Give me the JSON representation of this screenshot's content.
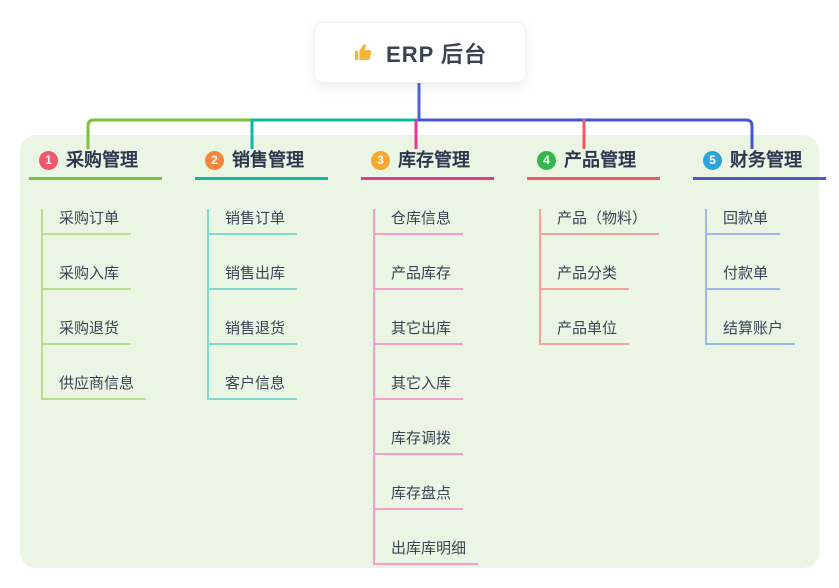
{
  "root": {
    "icon": "thumbs-up-icon",
    "title": "ERP 后台"
  },
  "branches": [
    {
      "badge": "1",
      "title": "采购管理",
      "line_color": "#7cc23e",
      "child_line_color": "#b6e08d",
      "badge_color": "#f2566b",
      "children": [
        "采购订单",
        "采购入库",
        "采购退货",
        "供应商信息"
      ]
    },
    {
      "badge": "2",
      "title": "销售管理",
      "line_color": "#10b6a6",
      "child_line_color": "#80d9cd",
      "badge_color": "#f6863b",
      "children": [
        "销售订单",
        "销售出库",
        "销售退货",
        "客户信息"
      ]
    },
    {
      "badge": "3",
      "title": "库存管理",
      "line_color": "#e03a96",
      "child_line_color": "#f4a0ca",
      "badge_color": "#f6a72c",
      "children": [
        "仓库信息",
        "产品库存",
        "其它出库",
        "其它入库",
        "库存调拨",
        "库存盘点",
        "出库库明细"
      ]
    },
    {
      "badge": "4",
      "title": "产品管理",
      "line_color": "#f15a5e",
      "child_line_color": "#f7a0a0",
      "badge_color": "#36b74c",
      "children": [
        "产品（物料）",
        "产品分类",
        "产品单位"
      ]
    },
    {
      "badge": "5",
      "title": "财务管理",
      "line_color": "#4659d2",
      "child_line_color": "#9fb4ea",
      "badge_color": "#2ea4de",
      "children": [
        "回款单",
        "付款单",
        "结算账户"
      ]
    }
  ],
  "colors": {
    "panel_background": "#eaf6e3",
    "root_connector": "#5163d6",
    "bus_blue": "#4457d0",
    "icon_yellow": "#f3b63d"
  }
}
